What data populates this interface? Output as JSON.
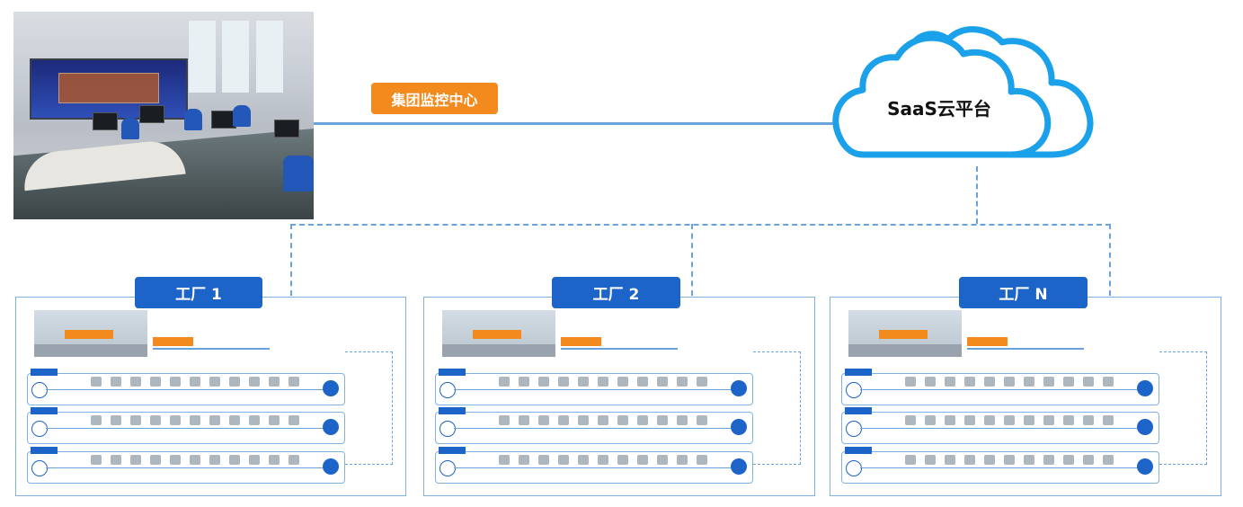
{
  "center_label": "集团监控中心",
  "cloud_label": "SaaS云平台",
  "factories": [
    {
      "label": "工厂 1"
    },
    {
      "label": "工厂 2"
    },
    {
      "label": "工厂 N"
    }
  ],
  "colors": {
    "orange": "#f28a1e",
    "blue": "#1c64c8",
    "line": "#6aa3dc"
  }
}
